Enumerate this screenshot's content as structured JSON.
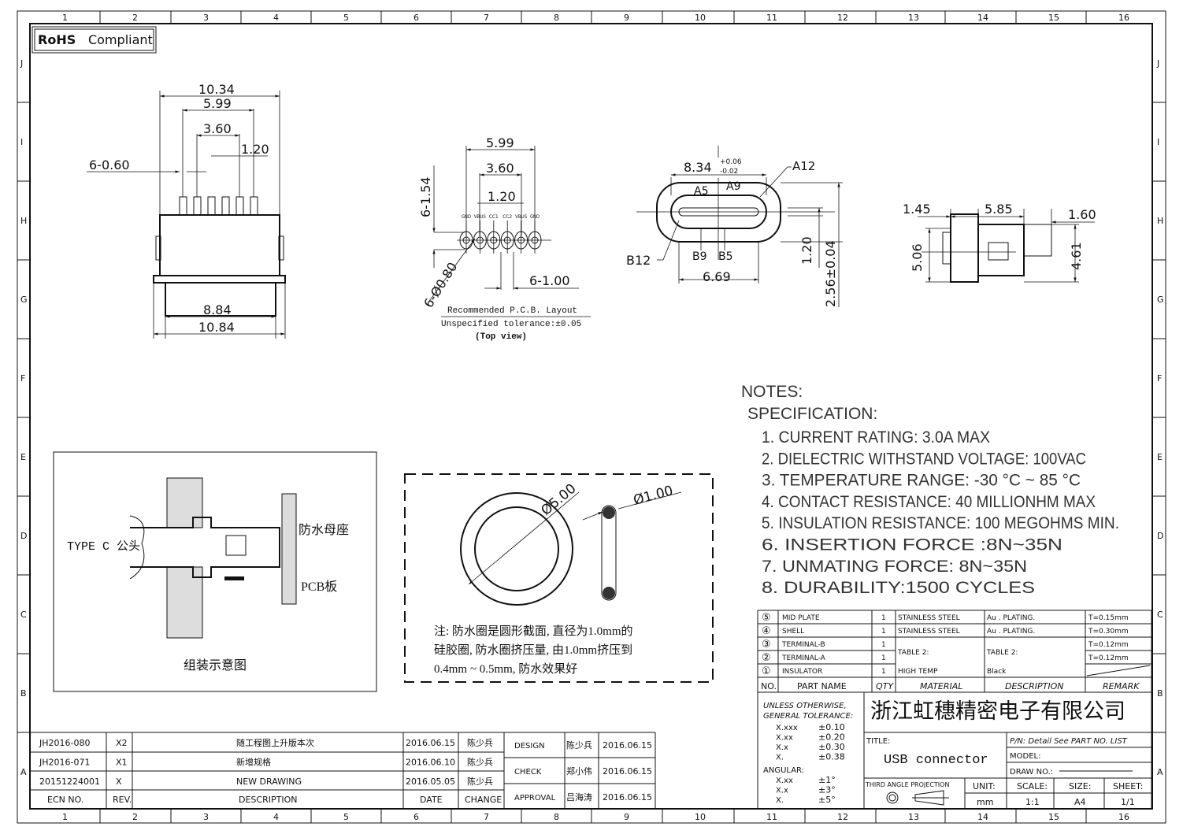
{
  "rohs_badge": "RoHS Compliant",
  "rohs": {
    "bold": "RoHS",
    "rest": "Compliant"
  },
  "grid": {
    "columns": [
      "1",
      "2",
      "3",
      "4",
      "5",
      "6",
      "7",
      "8",
      "9",
      "10",
      "11",
      "12",
      "13",
      "14",
      "15",
      "16"
    ],
    "rows": [
      "J",
      "I",
      "H",
      "G",
      "F",
      "E",
      "D",
      "C",
      "B",
      "A"
    ]
  },
  "front_view": {
    "d1": "10.34",
    "d2": "5.99",
    "d3": "3.60",
    "d4": "1.20",
    "pins": "6-0.60",
    "d5": "8.84",
    "d6": "10.84"
  },
  "pcb_layout": {
    "d1": "5.99",
    "d2": "3.60",
    "d3": "1.20",
    "pad_len": "6-1.54",
    "pad_dia": "6-Ø0.80",
    "pitch": "6-1.00",
    "pins": [
      "GND",
      "VBUS",
      "CC1",
      "CC2",
      "VBUS",
      "GND"
    ],
    "caption1": "Recommended P.C.B. Layout",
    "caption2": "Unspecified tolerance:±0.05",
    "caption3": "(Top view)"
  },
  "end_view": {
    "width": "8.34",
    "tol_plus": "+0.06",
    "tol_minus": "-0.02",
    "a12": "A12",
    "a5": "A5",
    "a9": "A9",
    "b12": "B12",
    "b9": "B9",
    "b5": "B5",
    "d_bottom": "6.69",
    "d_h1": "1.20",
    "d_h2": "2.56±0.04"
  },
  "side_view": {
    "d1": "1.45",
    "d2": "5.85",
    "d3": "1.60",
    "d4": "5.06",
    "d5": "4.61"
  },
  "assembly": {
    "plug_label": "TYPE C 公头",
    "socket_label": "防水母座",
    "pcb_label": "PCB板",
    "caption": "组装示意图"
  },
  "seal_ring": {
    "outer": "Ø5.00",
    "section": "Ø1.00",
    "note_lines": [
      "注: 防水圈是圆形截面, 直径为1.0mm的",
      "硅胶圈, 防水圈挤压量, 由1.0mm挤压到",
      "0.4mm ~ 0.5mm, 防水效果好"
    ]
  },
  "notes": {
    "title": "NOTES:",
    "subtitle": "SPECIFICATION:",
    "items": [
      "1. CURRENT RATING: 3.0A MAX",
      "2. DIELECTRIC WITHSTAND VOLTAGE: 100VAC",
      "3. TEMPERATURE RANGE: -30 °C ~ 85 °C",
      "4. CONTACT RESISTANCE: 40 MILLIONHM MAX",
      "5. INSULATION RESISTANCE: 100 MEGOHMS MIN.",
      "6. INSERTION FORCE :8N~35N",
      "7. UNMATING FORCE: 8N~35N",
      "8. DURABILITY:1500 CYCLES"
    ]
  },
  "bom": {
    "headers": [
      "NO.",
      "PART NAME",
      "QTY",
      "MATERIAL",
      "DESCRIPTION",
      "REMARK"
    ],
    "rows": [
      {
        "no": "⑤",
        "name": "MID PLATE",
        "qty": "1",
        "material": "STAINLESS STEEL",
        "desc": "Au . PLATING.",
        "remark": "T=0.15mm"
      },
      {
        "no": "④",
        "name": "SHELL",
        "qty": "1",
        "material": "STAINLESS STEEL",
        "desc": "Au . PLATING.",
        "remark": "T=0.30mm"
      },
      {
        "no": "③",
        "name": "TERMINAL-B",
        "qty": "1",
        "material": "TABLE 2:",
        "desc": "TABLE 2:",
        "remark": "T=0.12mm"
      },
      {
        "no": "②",
        "name": "TERMINAL-A",
        "qty": "1",
        "material": "",
        "desc": "",
        "remark": "T=0.12mm"
      },
      {
        "no": "①",
        "name": "INSULATOR",
        "qty": "1",
        "material": "HIGH TEMP",
        "desc": "Black",
        "remark": ""
      }
    ]
  },
  "title_block": {
    "tol_title1": "UNLESS OTHERWISE,",
    "tol_title2": "GENERAL TOLERANCE:",
    "tolerances": [
      [
        "X.xxx",
        "±0.10"
      ],
      [
        "X.xx",
        "±0.20"
      ],
      [
        "X.x",
        "±0.30"
      ],
      [
        "X.",
        "±0.38"
      ]
    ],
    "angular_label": "ANGULAR:",
    "angular": [
      [
        "X.xx",
        "±1°"
      ],
      [
        "X.x",
        "±3°"
      ],
      [
        "X.",
        "±5°"
      ]
    ],
    "company": "浙江虹穗精密电子有限公司",
    "title_label": "TITLE:",
    "title": "USB connector",
    "pn": "P/N: Detail See PART NO. LIST",
    "model": "MODEL:",
    "draw_no": "DRAW NO.:",
    "projection": "THIRD ANGLE PROJECTION",
    "unit_label": "UNIT:",
    "unit": "mm",
    "scale_label": "SCALE:",
    "scale": "1:1",
    "size_label": "SIZE:",
    "size": "A4",
    "sheet_label": "SHEET:",
    "sheet": "1/1"
  },
  "revisions": {
    "headers": [
      "ECN NO.",
      "REV.",
      "DESCRIPTION",
      "DATE",
      "CHANGE"
    ],
    "rows": [
      [
        "JH2016-080",
        "X2",
        "随工程图上升版本次",
        "2016.06.15",
        "陈少兵"
      ],
      [
        "JH2016-071",
        "X1",
        "新增规格",
        "2016.06.10",
        "陈少兵"
      ],
      [
        "20151224001",
        "X",
        "NEW DRAWING",
        "2016.05.05",
        "陈少兵"
      ]
    ]
  },
  "approvals": [
    [
      "DESIGN",
      "陈少兵",
      "2016.06.15"
    ],
    [
      "CHECK",
      "郑小伟",
      "2016.06.15"
    ],
    [
      "APPROVAL",
      "吕海涛",
      "2016.06.15"
    ]
  ]
}
